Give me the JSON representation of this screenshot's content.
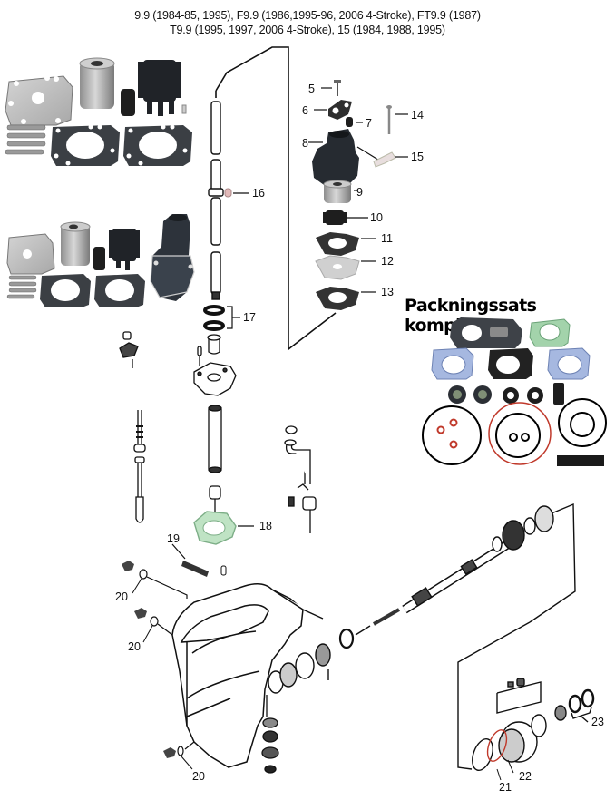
{
  "header": {
    "line1": "9.9 (1984-85, 1995), F9.9 (1986,1995-96, 2006 4-Stroke), FT9.9 (1987)",
    "line2": "T9.9 (1995, 1997, 2006 4-Stroke), 15 (1984, 1988, 1995)"
  },
  "gasket_kit": {
    "title": "Packningssats komplett"
  },
  "colors": {
    "gasket_green": "#8fc79a",
    "gasket_blue": "#9aaed6",
    "oring_red": "#c0392b",
    "steel": "#b9b9b9",
    "rubber": "#2a2f36",
    "line": "#111111"
  },
  "callouts": [
    {
      "id": "5",
      "label": "5"
    },
    {
      "id": "6",
      "label": "6"
    },
    {
      "id": "7",
      "label": "7"
    },
    {
      "id": "8",
      "label": "8"
    },
    {
      "id": "9",
      "label": "9"
    },
    {
      "id": "10",
      "label": "10"
    },
    {
      "id": "11",
      "label": "11"
    },
    {
      "id": "12",
      "label": "12"
    },
    {
      "id": "13",
      "label": "13"
    },
    {
      "id": "14",
      "label": "14"
    },
    {
      "id": "15",
      "label": "15"
    },
    {
      "id": "16",
      "label": "16"
    },
    {
      "id": "17",
      "label": "17"
    },
    {
      "id": "18",
      "label": "18"
    },
    {
      "id": "19",
      "label": "19"
    },
    {
      "id": "20a",
      "label": "20"
    },
    {
      "id": "20b",
      "label": "20"
    },
    {
      "id": "20c",
      "label": "20"
    },
    {
      "id": "21",
      "label": "21"
    },
    {
      "id": "22",
      "label": "22"
    },
    {
      "id": "23",
      "label": "23"
    }
  ]
}
